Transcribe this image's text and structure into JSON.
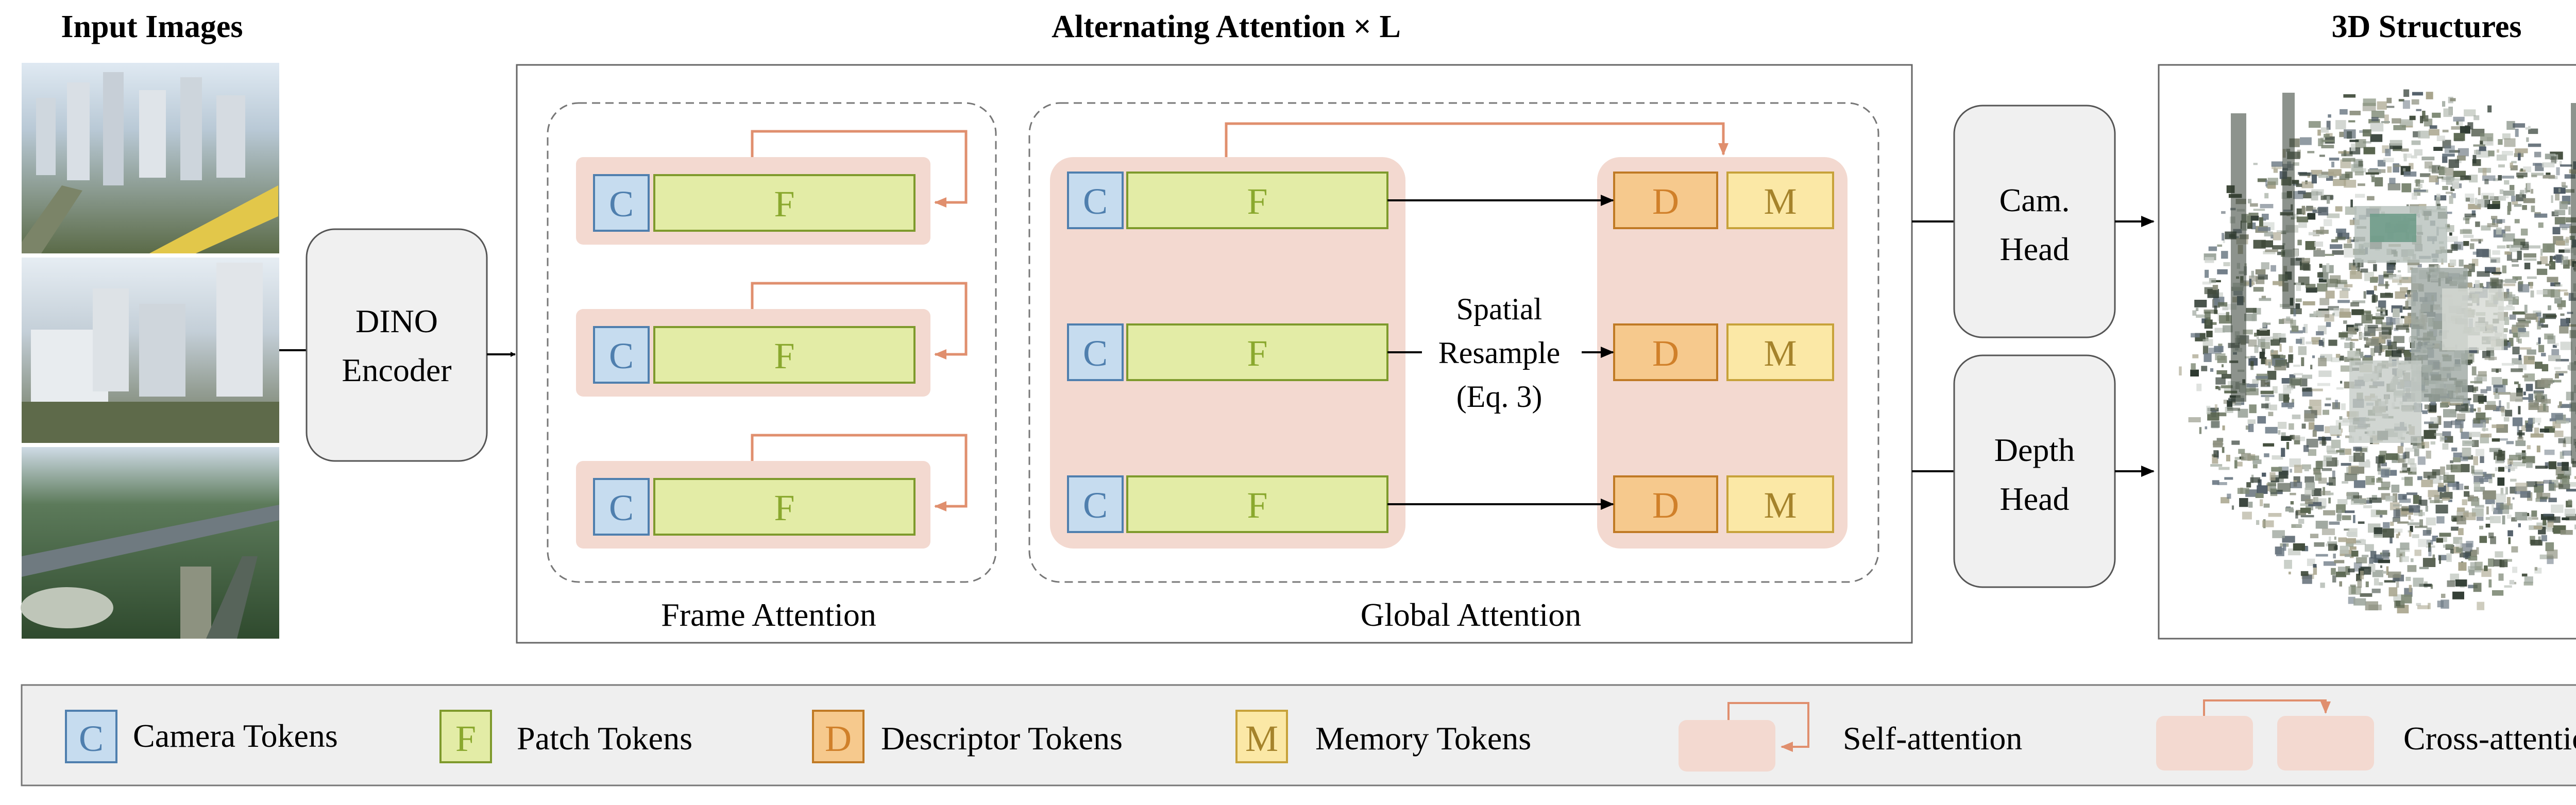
{
  "titles": {
    "input_images": "Input Images",
    "alternating_attention": "Alternating Attention × L",
    "structures": "3D Structures"
  },
  "encoder": {
    "line1": "DINO",
    "line2": "Encoder"
  },
  "frame_attention": {
    "label": "Frame Attention",
    "rows": [
      {
        "camera": "C",
        "patch": "F"
      },
      {
        "camera": "C",
        "patch": "F"
      },
      {
        "camera": "C",
        "patch": "F"
      }
    ]
  },
  "global_attention": {
    "label": "Global Attention",
    "rows": [
      {
        "camera": "C",
        "patch": "F",
        "descriptor": "D",
        "memory": "M"
      },
      {
        "camera": "C",
        "patch": "F",
        "descriptor": "D",
        "memory": "M"
      },
      {
        "camera": "C",
        "patch": "F",
        "descriptor": "D",
        "memory": "M"
      }
    ],
    "resample": {
      "line1": "Spatial",
      "line2": "Resample",
      "line3": "(Eq. 3)"
    }
  },
  "heads": {
    "camera": {
      "line1": "Cam.",
      "line2": "Head"
    },
    "depth": {
      "line1": "Depth",
      "line2": "Head"
    }
  },
  "legend": {
    "camera": {
      "glyph": "C",
      "label": "Camera Tokens"
    },
    "patch": {
      "glyph": "F",
      "label": "Patch Tokens"
    },
    "descriptor": {
      "glyph": "D",
      "label": "Descriptor Tokens"
    },
    "memory": {
      "glyph": "M",
      "label": "Memory Tokens"
    },
    "self_attention": "Self-attention",
    "cross_attention": "Cross-attention"
  },
  "colors": {
    "camera_fill": "#c6dcef",
    "camera_stroke": "#4f7fae",
    "camera_text": "#4f7fae",
    "patch_fill": "#e3eca6",
    "patch_stroke": "#7e9a2c",
    "patch_text": "#8aa82e",
    "descriptor_fill": "#f6c98d",
    "descriptor_stroke": "#c07a25",
    "descriptor_text": "#d0802a",
    "memory_fill": "#fbe8a6",
    "memory_stroke": "#c7a23a",
    "memory_text": "#a5832b",
    "group_fill": "#f3d9d0",
    "attention_arrow": "#e08f6e"
  }
}
